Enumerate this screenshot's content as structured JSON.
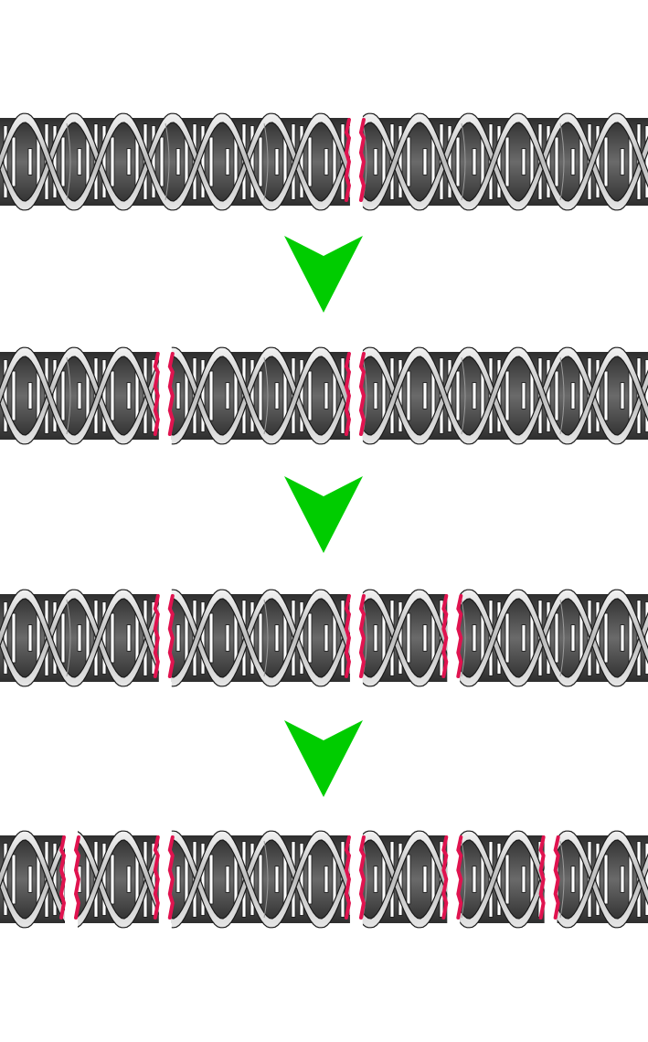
{
  "diagram": {
    "stages": [
      {
        "breaks": [
          0.55
        ]
      },
      {
        "breaks": [
          0.255,
          0.55
        ]
      },
      {
        "breaks": [
          0.255,
          0.55,
          0.7
        ]
      },
      {
        "breaks": [
          0.11,
          0.255,
          0.55,
          0.7,
          0.85
        ]
      }
    ],
    "colors": {
      "background": "#ffffff",
      "strand_light": "#d0d0d0",
      "strand_dark": "#4a4a4a",
      "outline": "#1a1a1a",
      "base_pair": "#ffffff",
      "cut_mark": "#e0134f",
      "arrow": "#00cc00"
    },
    "icons": {
      "helix": "dna-double-helix-icon",
      "arrow": "down-arrow-icon"
    }
  }
}
